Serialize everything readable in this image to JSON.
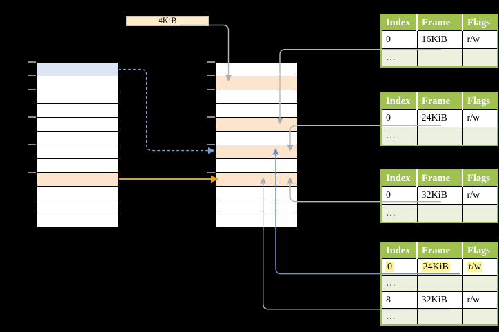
{
  "size_label": {
    "text": "4KiB"
  },
  "columns": {
    "left": {
      "rows": [
        "blue",
        "white",
        "white",
        "white",
        "white",
        "white",
        "white",
        "white",
        "orange",
        "white",
        "white",
        "white"
      ]
    },
    "middle": {
      "rows": [
        "white",
        "orange",
        "white",
        "white",
        "orange",
        "white",
        "orange",
        "white",
        "orange",
        "white",
        "white",
        "white"
      ]
    }
  },
  "tables": [
    {
      "name": "page-table-16kib",
      "headers": [
        "Index",
        "Frame",
        "Flags"
      ],
      "rows": [
        {
          "variant": "white",
          "highlight": false,
          "cells": [
            "0",
            "16KiB",
            "r/w"
          ]
        },
        {
          "variant": "green",
          "highlight": false,
          "cells": [
            "…",
            "",
            ""
          ]
        }
      ]
    },
    {
      "name": "page-table-24kib",
      "headers": [
        "Index",
        "Frame",
        "Flags"
      ],
      "rows": [
        {
          "variant": "white",
          "highlight": false,
          "cells": [
            "0",
            "24KiB",
            "r/w"
          ]
        },
        {
          "variant": "green",
          "highlight": false,
          "cells": [
            "…",
            "",
            ""
          ]
        }
      ]
    },
    {
      "name": "page-table-32kib",
      "headers": [
        "Index",
        "Frame",
        "Flags"
      ],
      "rows": [
        {
          "variant": "white",
          "highlight": false,
          "cells": [
            "0",
            "32KiB",
            "r/w"
          ]
        },
        {
          "variant": "green",
          "highlight": false,
          "cells": [
            "…",
            "",
            ""
          ]
        }
      ]
    },
    {
      "name": "page-table-level2",
      "headers": [
        "Index",
        "Frame",
        "Flags"
      ],
      "rows": [
        {
          "variant": "white",
          "highlight": true,
          "cells": [
            "0",
            "24KiB",
            "r/w"
          ]
        },
        {
          "variant": "green",
          "highlight": false,
          "cells": [
            "…",
            "",
            ""
          ]
        },
        {
          "variant": "white",
          "highlight": false,
          "cells": [
            "8",
            "32KiB",
            "r/w"
          ]
        },
        {
          "variant": "green",
          "highlight": false,
          "cells": [
            "…",
            "",
            ""
          ]
        }
      ]
    }
  ],
  "colors": {
    "gray_line": "#b7b7b7",
    "gray_arrow": "#ababab",
    "blue_line": "#6b8fc9",
    "blue_dash": "#7b9ad2",
    "gold": "#dca01f",
    "tick": "#8e8e8e",
    "orange_row": "#fce4cd",
    "blue_row": "#dbe6f4",
    "label_bg": "#fdedca",
    "label_border": "#d4c69e",
    "green_header": "#a1c14e",
    "green_border": "#9cbc55",
    "green_row": "#ebf1de",
    "yellow_hl": "#fbf29a"
  }
}
